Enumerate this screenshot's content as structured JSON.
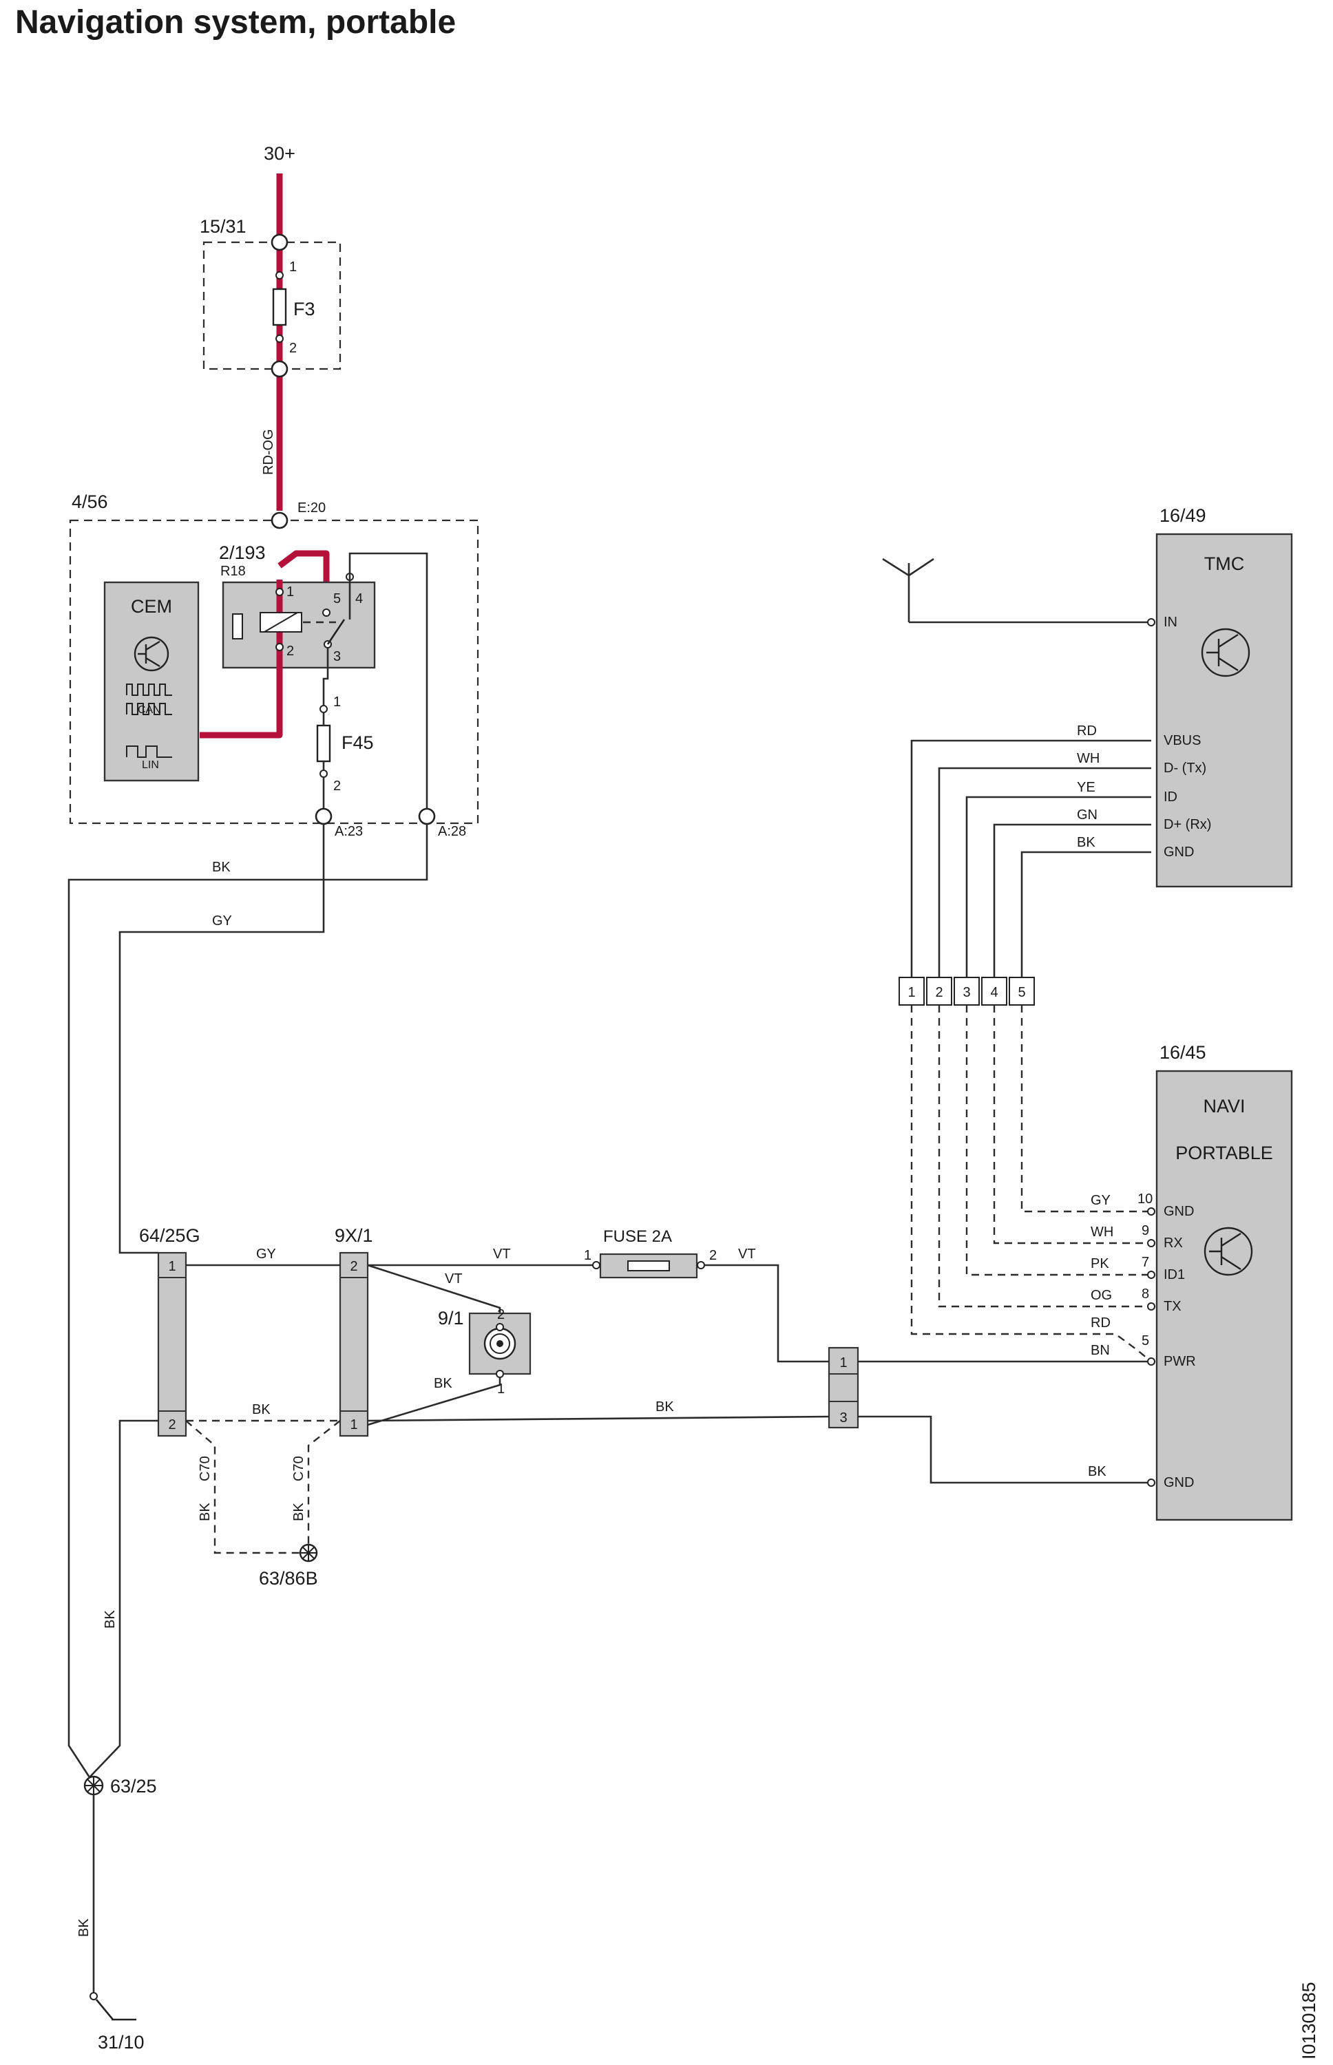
{
  "title": "Navigation system, portable",
  "doc_id": "I0130185",
  "supply": {
    "label": "30+"
  },
  "fuse_box": {
    "id": "15/31",
    "fuse": "F3",
    "pin1": "1",
    "pin2": "2"
  },
  "wire_supply": "RD-OG",
  "cem": {
    "id": "4/56",
    "label": "CEM",
    "can": "CAN",
    "lin": "LIN",
    "relay_id": "2/193",
    "relay_name": "R18",
    "relay_pins": [
      "1",
      "2",
      "3",
      "4",
      "5"
    ],
    "fuse": "F45",
    "fuse_pin1": "1",
    "fuse_pin2": "2",
    "pin_e": "E:20",
    "pin_a23": "A:23",
    "pin_a28": "A:28"
  },
  "wires": {
    "bk": "BK",
    "gy": "GY",
    "vt": "VT",
    "rd": "RD",
    "wh": "WH",
    "ye": "YE",
    "gn": "GN",
    "pk": "PK",
    "og": "OG",
    "bn": "BN",
    "c70": "C70"
  },
  "tmc": {
    "id": "16/49",
    "label": "TMC",
    "pins": [
      "IN",
      "VBUS",
      "D- (Tx)",
      "ID",
      "D+ (Rx)",
      "GND"
    ]
  },
  "mid_connector": {
    "pins": [
      "1",
      "2",
      "3",
      "4",
      "5"
    ]
  },
  "navi": {
    "id": "16/45",
    "label1": "NAVI",
    "label2": "PORTABLE",
    "pins": [
      "GND",
      "RX",
      "ID1",
      "TX",
      "PWR",
      "GND"
    ],
    "pin_nums": [
      "10",
      "9",
      "7",
      "8",
      "5"
    ]
  },
  "conn_64": {
    "id": "64/25G",
    "pin1": "1",
    "pin2": "2"
  },
  "conn_9x": {
    "id": "9X/1",
    "pin1": "1",
    "pin2": "2"
  },
  "conn_9_1": {
    "id": "9/1",
    "pin1": "1",
    "pin2": "2"
  },
  "fuse_2a": {
    "label": "FUSE 2A",
    "pin1": "1",
    "pin2": "2"
  },
  "conn_right": {
    "pin1": "1",
    "pin3": "3"
  },
  "grounds": {
    "g1": "63/86B",
    "g2": "63/25",
    "g3": "31/10"
  }
}
